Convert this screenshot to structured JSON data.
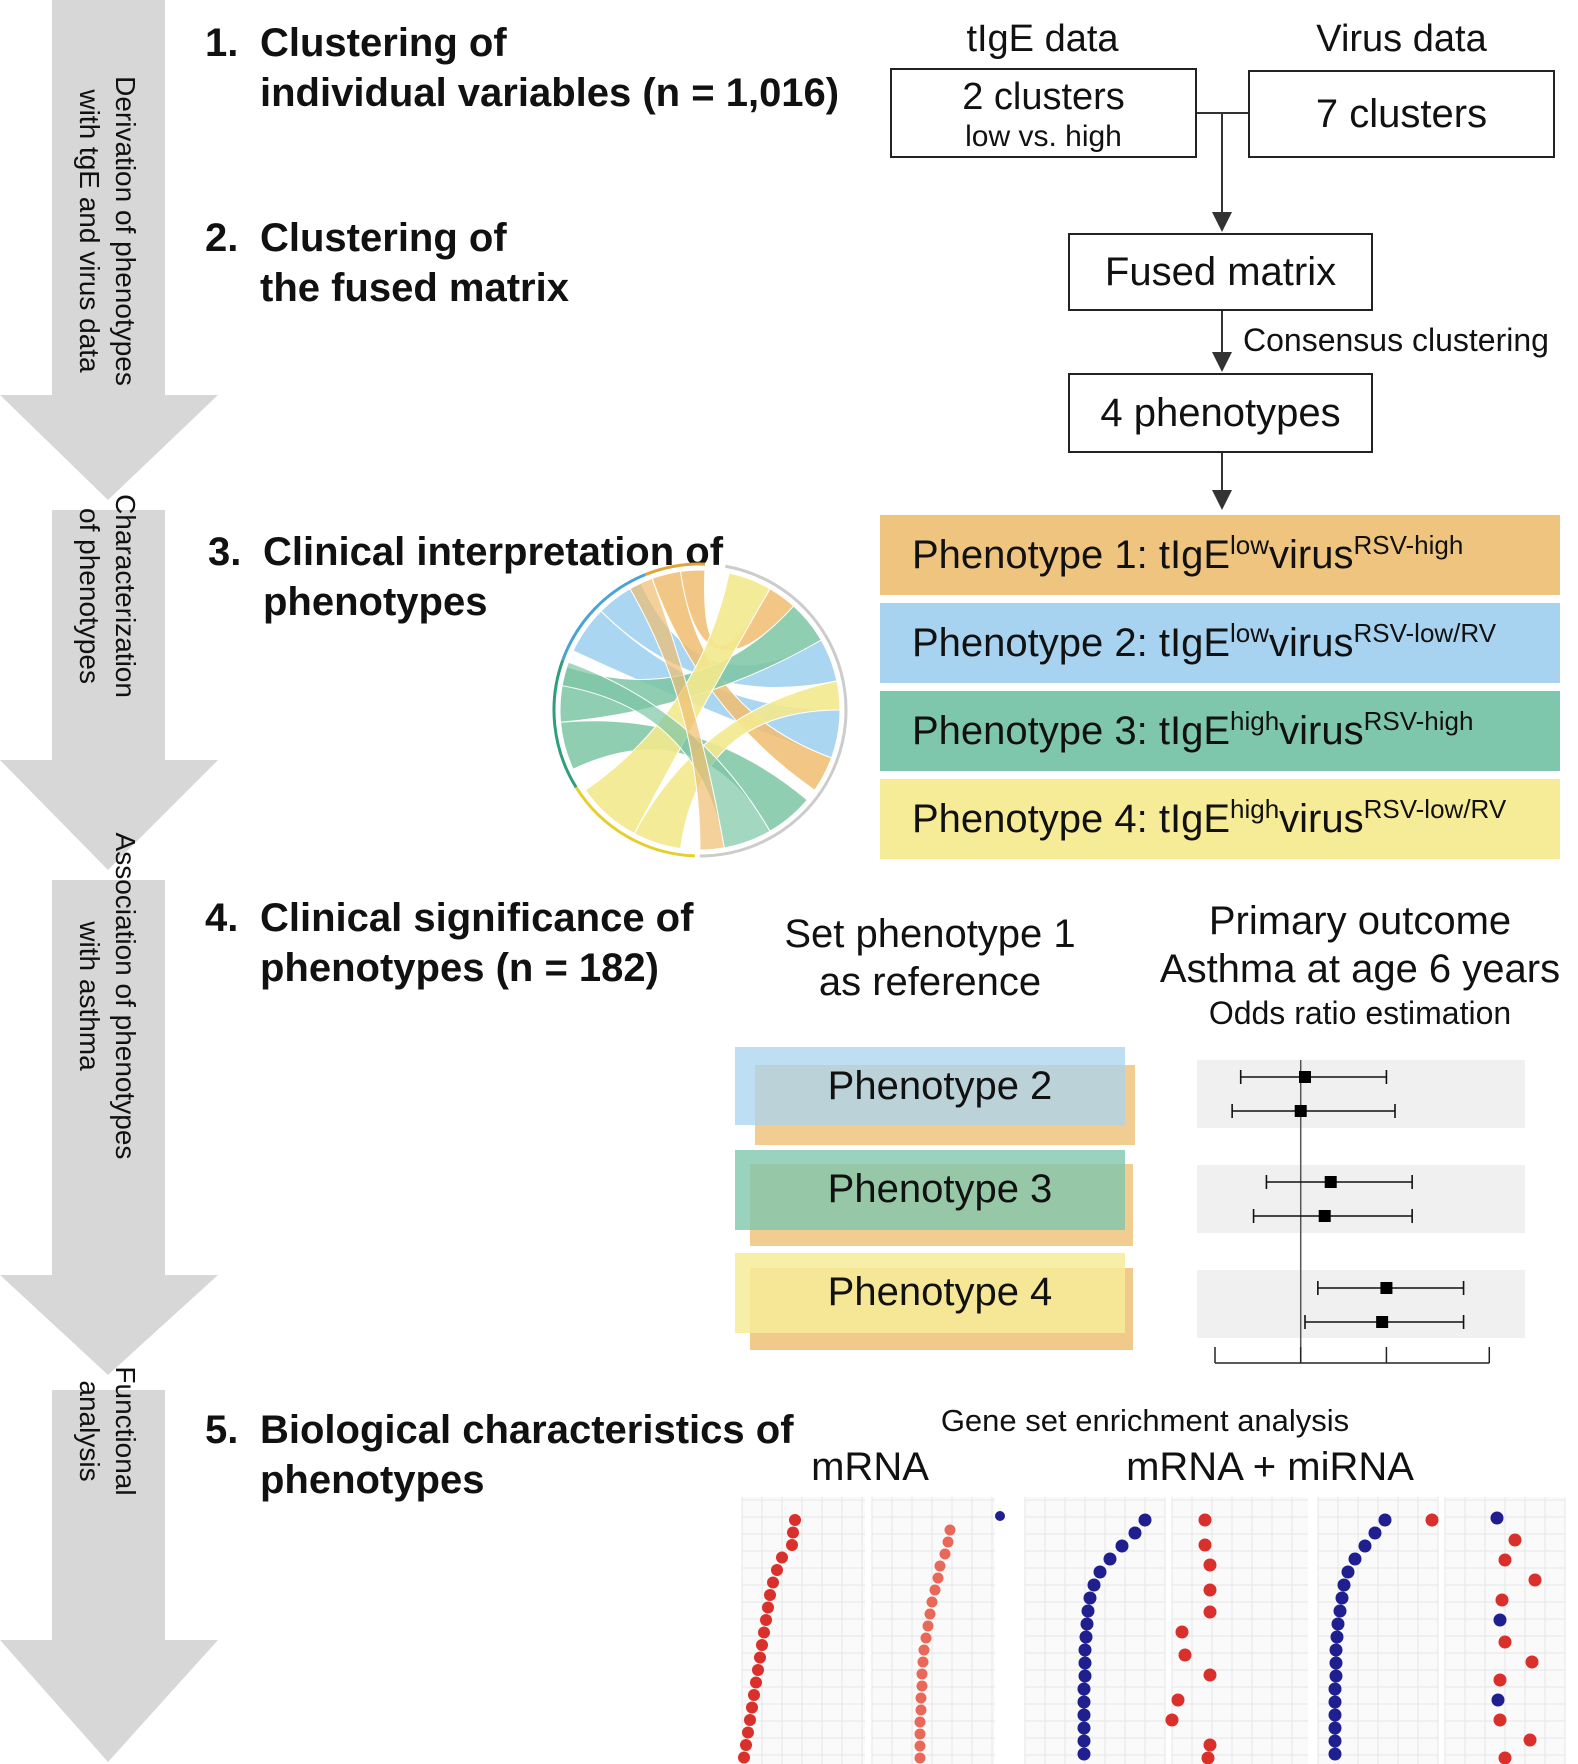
{
  "side_arrows": [
    {
      "label_line1": "Derivation of phenotypes",
      "label_line2": "with tgE and virus data"
    },
    {
      "label_line1": "Characterization",
      "label_line2": "of phenotypes"
    },
    {
      "label_line1": "Association of phenotypes",
      "label_line2": "with asthma"
    },
    {
      "label_line1": "Functional",
      "label_line2": "analysis"
    }
  ],
  "steps": [
    {
      "num": "1.",
      "line1": "Clustering of",
      "line2": "individual variables (n = 1,016)"
    },
    {
      "num": "2.",
      "line1": "Clustering of",
      "line2": "the fused matrix"
    },
    {
      "num": "3.",
      "line1": "Clinical interpretation of",
      "line2": "phenotypes"
    },
    {
      "num": "4.",
      "line1": "Clinical significance of",
      "line2": "phenotypes (n = 182)"
    },
    {
      "num": "5.",
      "line1": "Biological characteristics of",
      "line2": "phenotypes"
    }
  ],
  "flow": {
    "tige_title": "tIgE data",
    "tige_box_line1": "2 clusters",
    "tige_box_line2": "low vs. high",
    "virus_title": "Virus data",
    "virus_box": "7 clusters",
    "fused_box": "Fused matrix",
    "consensus_label": "Consensus clustering",
    "phenotypes_box": "4 phenotypes"
  },
  "phenotypes": [
    {
      "prefix": "Phenotype 1: tIgE",
      "sup1": "low",
      "mid": "virus",
      "sup2": "RSV-high",
      "color": "#efc47e"
    },
    {
      "prefix": "Phenotype 2: tIgE",
      "sup1": "low",
      "mid": "virus",
      "sup2": "RSV-low/RV",
      "color": "#a8d3f0"
    },
    {
      "prefix": "Phenotype 3: tIgE",
      "sup1": "high",
      "mid": "virus",
      "sup2": "RSV-high",
      "color": "#7fc7ac"
    },
    {
      "prefix": "Phenotype 4: tIgE",
      "sup1": "high",
      "mid": "virus",
      "sup2": "RSV-low/RV",
      "color": "#f6ec98"
    }
  ],
  "significance": {
    "reference_line1": "Set phenotype 1",
    "reference_line2": "as reference",
    "outcome_line1": "Primary outcome",
    "outcome_line2": "Asthma at age 6 years",
    "outcome_line3": "Odds ratio estimation",
    "compare": [
      "Phenotype 2",
      "Phenotype 3",
      "Phenotype 4"
    ]
  },
  "forest_plot": {
    "reference_value": 1,
    "groups": [
      "Phenotype 2",
      "Phenotype 3",
      "Phenotype 4"
    ],
    "estimates": [
      {
        "group": "Phenotype 2",
        "or": 1.05,
        "lo": 0.3,
        "hi": 2.0
      },
      {
        "group": "Phenotype 2",
        "or": 1.0,
        "lo": 0.2,
        "hi": 2.1
      },
      {
        "group": "Phenotype 3",
        "or": 1.35,
        "lo": 0.6,
        "hi": 2.3
      },
      {
        "group": "Phenotype 3",
        "or": 1.28,
        "lo": 0.45,
        "hi": 2.3
      },
      {
        "group": "Phenotype 4",
        "or": 2.0,
        "lo": 1.2,
        "hi": 2.9
      },
      {
        "group": "Phenotype 4",
        "or": 1.95,
        "lo": 1.05,
        "hi": 2.9
      }
    ]
  },
  "enrichment": {
    "title": "Gene set enrichment analysis",
    "panel1": "mRNA",
    "panel2": "mRNA + miRNA",
    "colors": {
      "red": "#d9302c",
      "blue": "#1f1f8f",
      "salmon": "#e8695a",
      "purple": "#5a3e9a"
    }
  }
}
